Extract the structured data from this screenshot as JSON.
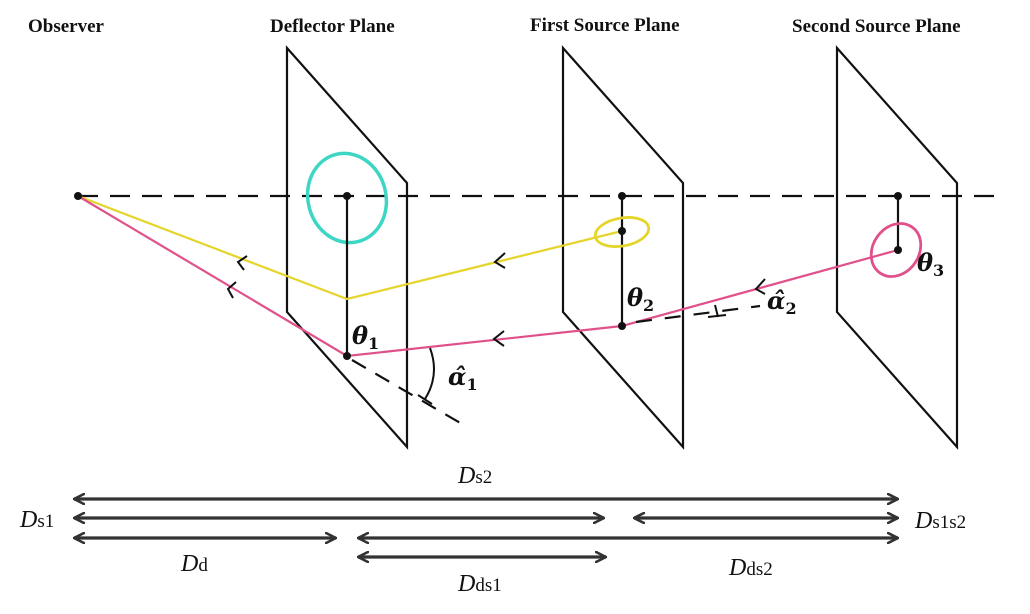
{
  "figure": {
    "planes": [
      {
        "id": "observer",
        "label": "Observer"
      },
      {
        "id": "deflector",
        "label": "Deflector Plane"
      },
      {
        "id": "first_source",
        "label": "First Source Plane"
      },
      {
        "id": "second_source",
        "label": "Second Source Plane"
      }
    ],
    "angles": {
      "theta1": {
        "symbol": "θ",
        "sub": "1"
      },
      "theta2": {
        "symbol": "θ",
        "sub": "2"
      },
      "theta3": {
        "symbol": "θ",
        "sub": "3"
      },
      "alpha1": {
        "symbol": "α̂",
        "sub": "1"
      },
      "alpha2": {
        "symbol": "α̂",
        "sub": "2"
      }
    },
    "distances": {
      "Ds2": {
        "main": "D",
        "sub": "s2"
      },
      "Ds1": {
        "main": "D",
        "sub": "s1"
      },
      "Ds1s2": {
        "main": "D",
        "sub": "s1s2"
      },
      "Dd": {
        "main": "D",
        "sub": "d"
      },
      "Dds1": {
        "main": "D",
        "sub": "ds1"
      },
      "Dds2": {
        "main": "D",
        "sub": "ds2"
      }
    },
    "colors": {
      "lens_ring": "#3dd6c4",
      "ray_first_source": "#e5d52b",
      "ray_second_source": "#e0508a",
      "line": "#111111",
      "dimension_arrow": "#333333"
    }
  }
}
